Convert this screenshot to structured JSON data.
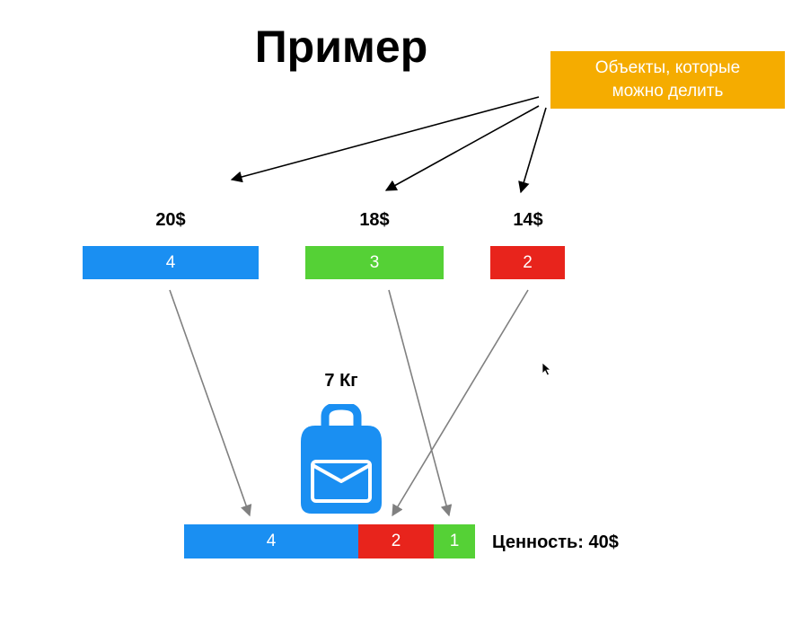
{
  "title": "Пример",
  "callout": {
    "line1": "Объекты, которые",
    "line2": "можно делить"
  },
  "items": [
    {
      "price": "20$",
      "weight": "4",
      "color": "#1a8ff2"
    },
    {
      "price": "18$",
      "weight": "3",
      "color": "#55d136"
    },
    {
      "price": "14$",
      "weight": "2",
      "color": "#e8241c"
    }
  ],
  "capacity": "7 Кг",
  "knapsack": [
    {
      "amount": "4",
      "color": "#1a8ff2"
    },
    {
      "amount": "2",
      "color": "#e8241c"
    },
    {
      "amount": "1",
      "color": "#55d136"
    }
  ],
  "result": "Ценность: 40$",
  "icons": {
    "backpack": "backpack-icon",
    "cursor": "mouse-pointer-icon"
  }
}
